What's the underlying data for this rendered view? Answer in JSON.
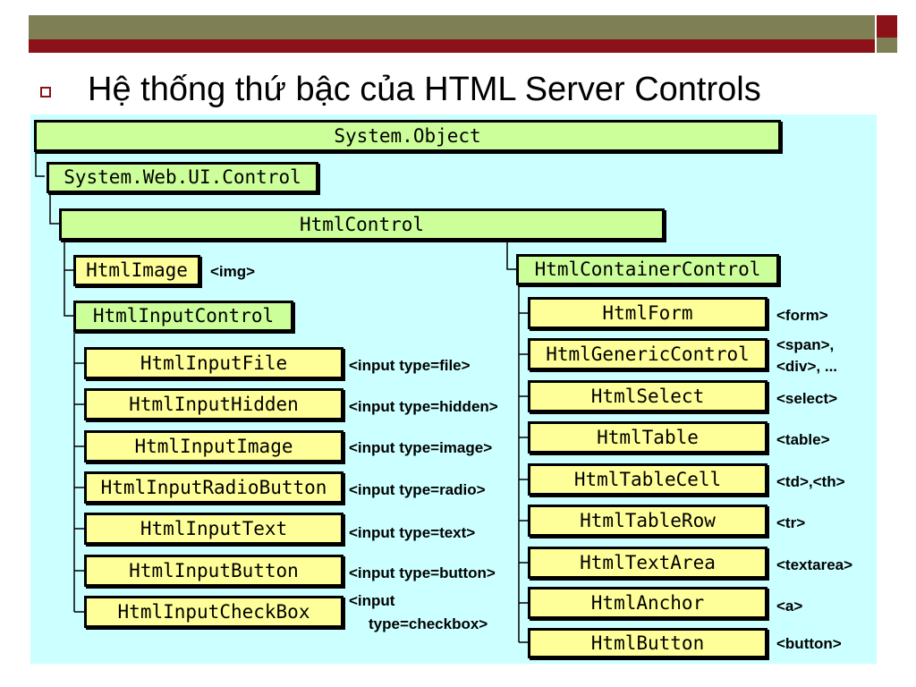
{
  "slide": {
    "title": "Hệ thống thứ bậc của HTML Server Controls",
    "colors": {
      "bar": "#7f7f55",
      "accent": "#8b1218",
      "diagram_bg": "#ccffff",
      "green_box": "#ccff99",
      "yellow_box": "#ffff99"
    }
  },
  "diagram": {
    "root": "System.Object",
    "control": "System.Web.UI.Control",
    "html_control": "HtmlControl",
    "html_image": {
      "name": "HtmlImage",
      "tag": "<img>"
    },
    "html_input_control": "HtmlInputControl",
    "html_container_control": "HtmlContainerControl",
    "input_controls": [
      {
        "name": "HtmlInputFile",
        "tag": "<input type=file>"
      },
      {
        "name": "HtmlInputHidden",
        "tag": "<input type=hidden>"
      },
      {
        "name": "HtmlInputImage",
        "tag": "<input type=image>"
      },
      {
        "name": "HtmlInputRadioButton",
        "tag": "<input type=radio>"
      },
      {
        "name": "HtmlInputText",
        "tag": "<input type=text>"
      },
      {
        "name": "HtmlInputButton",
        "tag": "<input type=button>"
      },
      {
        "name": "HtmlInputCheckBox",
        "tag_line1": "<input",
        "tag_line2": "type=checkbox>"
      }
    ],
    "container_controls": [
      {
        "name": "HtmlForm",
        "tag": "<form>"
      },
      {
        "name": "HtmlGenericControl",
        "tag_line1": "<span>,",
        "tag_line2": "<div>, ..."
      },
      {
        "name": "HtmlSelect",
        "tag": "<select>"
      },
      {
        "name": "HtmlTable",
        "tag": "<table>"
      },
      {
        "name": "HtmlTableCell",
        "tag": "<td>,<th>"
      },
      {
        "name": "HtmlTableRow",
        "tag": "<tr>"
      },
      {
        "name": "HtmlTextArea",
        "tag": "<textarea>"
      },
      {
        "name": "HtmlAnchor",
        "tag": "<a>"
      },
      {
        "name": "HtmlButton",
        "tag": "<button>"
      }
    ]
  }
}
